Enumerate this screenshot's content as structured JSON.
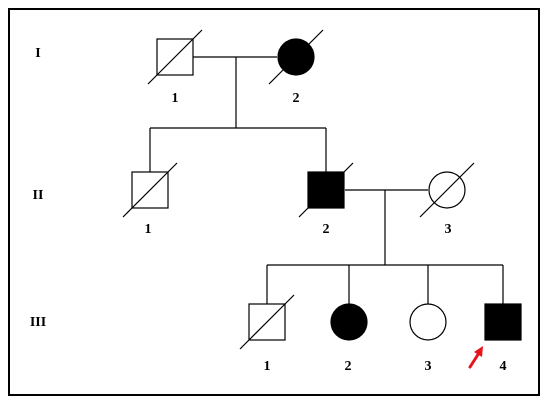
{
  "generations": [
    {
      "id": "gen-1",
      "label": "I"
    },
    {
      "id": "gen-2",
      "label": "II"
    },
    {
      "id": "gen-3",
      "label": "III"
    }
  ],
  "individuals": [
    {
      "id": "I-1",
      "label": "1",
      "sex": "male",
      "affected": false,
      "deceased": true,
      "proband": false
    },
    {
      "id": "I-2",
      "label": "2",
      "sex": "female",
      "affected": true,
      "deceased": true,
      "proband": false
    },
    {
      "id": "II-1",
      "label": "1",
      "sex": "male",
      "affected": false,
      "deceased": true,
      "proband": false
    },
    {
      "id": "II-2",
      "label": "2",
      "sex": "male",
      "affected": true,
      "deceased": true,
      "proband": false
    },
    {
      "id": "II-3",
      "label": "3",
      "sex": "female",
      "affected": false,
      "deceased": true,
      "proband": false
    },
    {
      "id": "III-1",
      "label": "1",
      "sex": "male",
      "affected": false,
      "deceased": true,
      "proband": false
    },
    {
      "id": "III-2",
      "label": "2",
      "sex": "female",
      "affected": true,
      "deceased": false,
      "proband": false
    },
    {
      "id": "III-3",
      "label": "3",
      "sex": "female",
      "affected": false,
      "deceased": false,
      "proband": false
    },
    {
      "id": "III-4",
      "label": "4",
      "sex": "male",
      "affected": true,
      "deceased": false,
      "proband": true
    }
  ],
  "unions": [
    {
      "partners": [
        "I-1",
        "I-2"
      ],
      "children": [
        "II-1",
        "II-2"
      ]
    },
    {
      "partners": [
        "II-2",
        "II-3"
      ],
      "children": [
        "III-1",
        "III-2",
        "III-3",
        "III-4"
      ]
    }
  ],
  "colors": {
    "proband_arrow": "#e8141c",
    "affected": "#000000",
    "line": "#000000"
  }
}
